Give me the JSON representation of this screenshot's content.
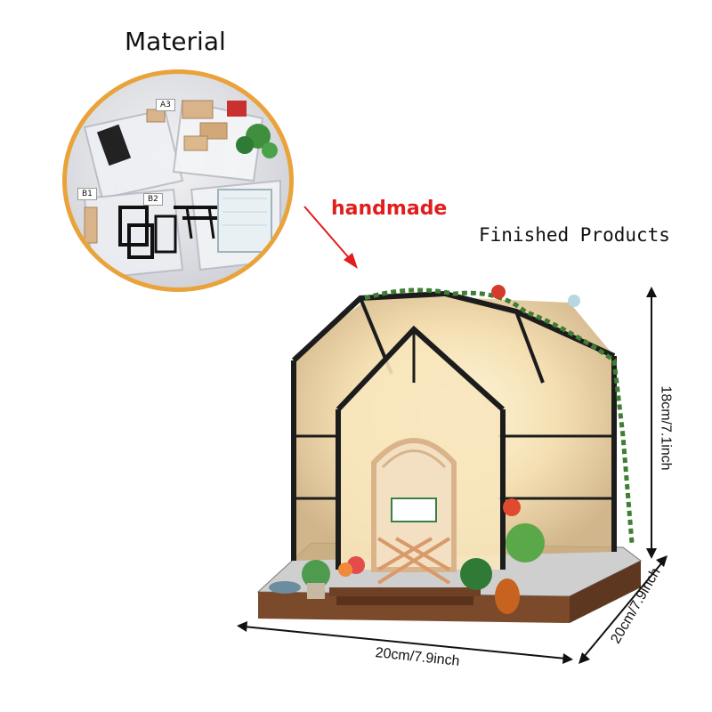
{
  "labels": {
    "material": "Material",
    "handmade": "handmade",
    "finished": "Finished Products"
  },
  "dimensions": {
    "height": "18cm/7.1inch",
    "width": "20cm/7.9inch",
    "depth": "20cm/7.9inch"
  },
  "package_tags": [
    "A3",
    "B1",
    "B2"
  ],
  "colors": {
    "accent_red": "#e11d1d",
    "circle_border": "#e9a33a",
    "frame": "#1c1c1c",
    "wood": "#d9b48a"
  }
}
